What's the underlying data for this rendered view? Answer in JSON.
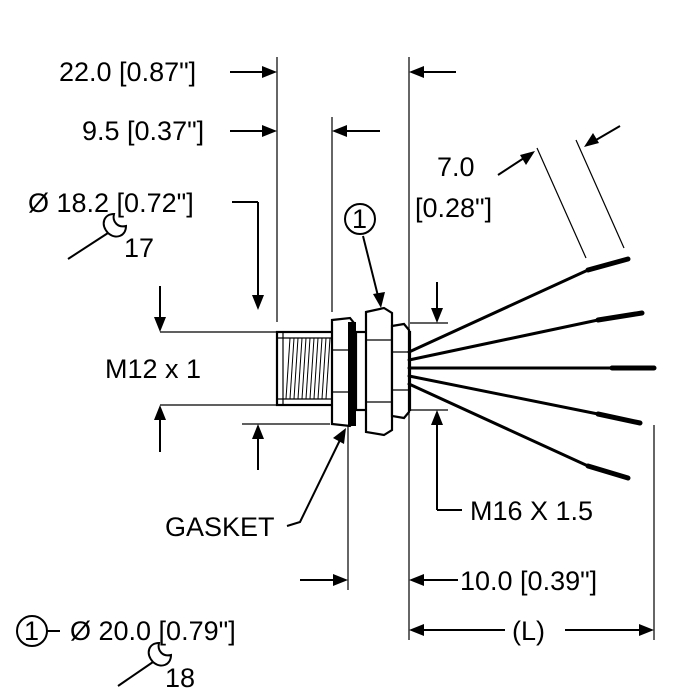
{
  "dimensions": {
    "overall_length": "22.0 [0.87\"]",
    "flange_to_end": "9.5 [0.37\"]",
    "across_flats_1": "Ø 18.2 [0.72\"]",
    "wrench_1": "17",
    "thread_male": "M12 x 1",
    "wire_strip_1": "7.0",
    "wire_strip_2": "[0.28\"]",
    "panel_thread": "M16 X 1.5",
    "gasket": "GASKET",
    "rear_length": "10.0 [0.39\"]",
    "cable_length": "(L)"
  },
  "callout": {
    "marker": "1",
    "across_flats_2": "Ø 20.0 [0.79\"]",
    "wrench_2": "18"
  }
}
